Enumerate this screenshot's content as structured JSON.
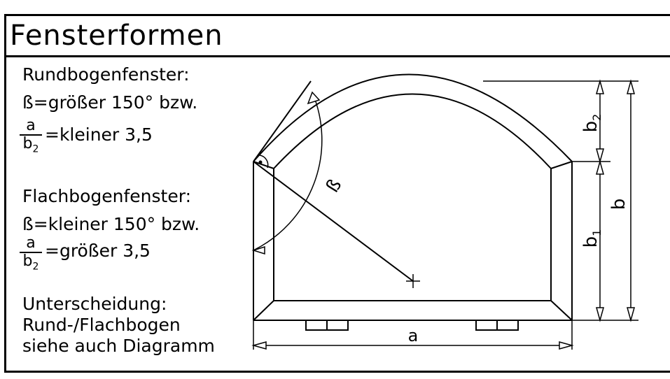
{
  "title": "Fensterformen",
  "rundbogen": {
    "heading": "Rundbogenfenster:",
    "line1": "ß=größer 150° bzw.",
    "frac_num": "a",
    "frac_den": "b",
    "frac_den_sub": "2",
    "line2": "=kleiner 3,5"
  },
  "flachbogen": {
    "heading": "Flachbogenfenster:",
    "line1": "ß=kleiner 150° bzw.",
    "frac_num": "a",
    "frac_den": "b",
    "frac_den_sub": "2",
    "line2": "=größer 3,5"
  },
  "note": {
    "line1": "Unterscheidung:",
    "line2": "Rund-/Flachbogen",
    "line3": "siehe auch Diagramm"
  },
  "drawing": {
    "label_a": "a",
    "label_b": "b",
    "label_b1": "b",
    "label_b1_sub": "1",
    "label_b2": "b",
    "label_b2_sub": "2",
    "label_beta": "ß"
  }
}
